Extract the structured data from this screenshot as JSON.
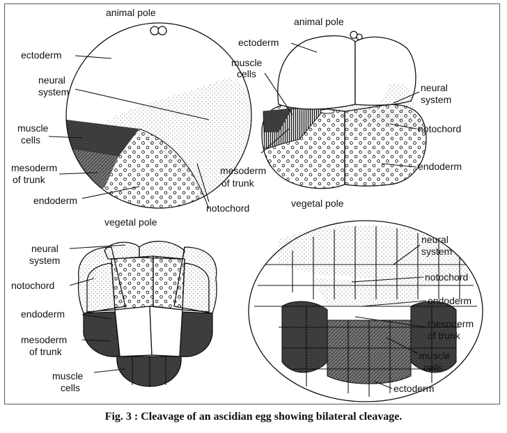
{
  "caption": {
    "figure": "Fig. 3",
    "text": ": Cleavage of an ascidian egg showing bilateral cleavage."
  },
  "panels": {
    "top_left": {
      "animal_pole": "animal pole",
      "ectoderm": "ectoderm",
      "neural": "neural",
      "system": "system",
      "muscle": "muscle",
      "cells": "cells",
      "mesoderm": "mesoderm",
      "of_trunk": "of trunk",
      "endoderm": "endoderm",
      "notochord": "notochord"
    },
    "top_right": {
      "animal_pole": "animal pole",
      "ectoderm": "ectoderm",
      "muscle": "muscle",
      "cells": "cells",
      "neural": "neural",
      "system": "system",
      "notochord": "notochord",
      "endoderm": "endoderm",
      "mesoderm": "mesoderm",
      "of_trunk": "of trunk",
      "vegetal_pole": "vegetal pole"
    },
    "bottom_left": {
      "vegetal_pole": "vegetal pole",
      "neural": "neural",
      "system": "system",
      "notochord": "notochord",
      "endoderm": "endoderm",
      "mesoderm": "mesoderm",
      "of_trunk": "of trunk",
      "muscle": "muscle",
      "cells": "cells"
    },
    "bottom_right": {
      "neural": "neural",
      "system": "system",
      "notochord": "notochord",
      "endoderm": "endoderm",
      "mesoderm": "mesoderm",
      "of_trunk": "of trunk",
      "muscle": "muscle",
      "cells": "cells",
      "ectoderm": "ectoderm"
    }
  }
}
